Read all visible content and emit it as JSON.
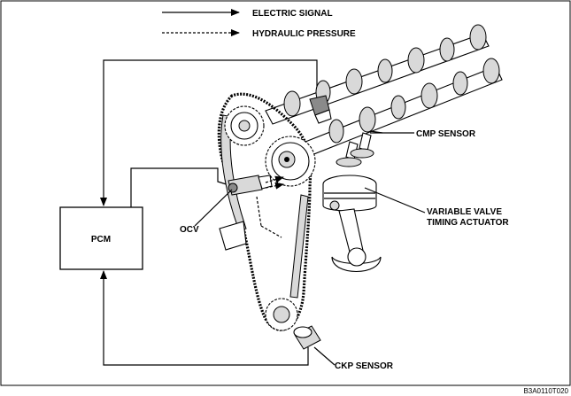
{
  "legend": {
    "electric_signal": "ELECTRIC SIGNAL",
    "hydraulic_pressure": "HYDRAULIC PRESSURE"
  },
  "labels": {
    "pcm": "PCM",
    "ocv": "OCV",
    "cmp_sensor": "CMP SENSOR",
    "vvt_actuator_line1": "VARIABLE VALVE",
    "vvt_actuator_line2": "TIMING ACTUATOR",
    "ckp_sensor": "CKP SENSOR"
  },
  "figure_id": "B3A0110T020",
  "colors": {
    "ink": "#000000",
    "paper": "#ffffff",
    "shade": "#d9d9d9"
  }
}
